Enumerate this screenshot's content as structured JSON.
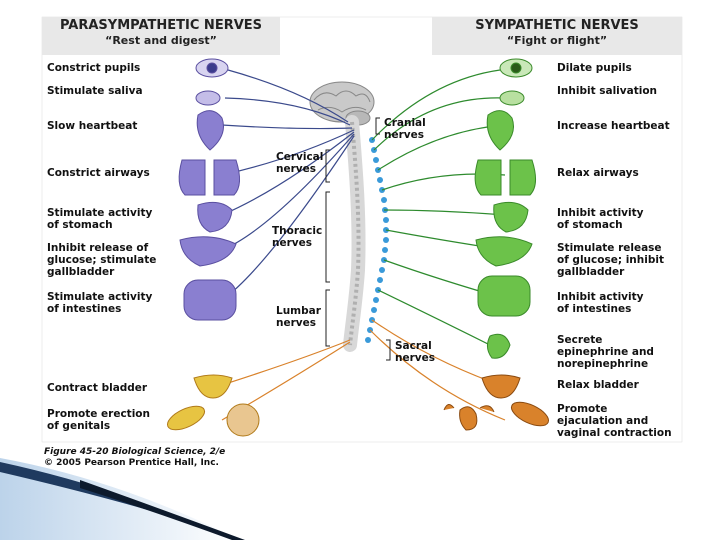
{
  "title_left": {
    "main": "PARASYMPATHETIC NERVES",
    "sub": "“Rest and digest”"
  },
  "title_right": {
    "main": "SYMPATHETIC NERVES",
    "sub": "“Fight or flight”"
  },
  "left_labels": [
    "Constrict pupils",
    "Stimulate saliva",
    "Slow heartbeat",
    "Constrict airways",
    "Stimulate activity\nof stomach",
    "Inhibit release of\nglucose; stimulate\ngallbladder",
    "Stimulate activity\nof intestines",
    "Contract bladder",
    "Promote erection\nof genitals"
  ],
  "right_labels": [
    "Dilate pupils",
    "Inhibit salivation",
    "Increase heartbeat",
    "Relax airways",
    "Inhibit activity\nof stomach",
    "Stimulate release\nof glucose; inhibit\ngallbladder",
    "Inhibit activity\nof intestines",
    "Secrete\nepinephrine and\nnorepinephrine",
    "Relax bladder",
    "Promote\nejaculation and\nvaginal contraction"
  ],
  "nerve_labels": {
    "cranial": "Cranial\nnerves",
    "cervical": "Cervical\nnerves",
    "thoracic": "Thoracic\nnerves",
    "lumbar": "Lumbar\nnerves",
    "sacral": "Sacral\nnerves"
  },
  "credit": {
    "figure": "Figure 45-20  Biological Science, 2/e",
    "copyright": "© 2005 Pearson Prentice Hall, Inc."
  },
  "colors": {
    "parasympathetic_nerve": "#3b4a8c",
    "sympathetic_nerve": "#2e8b2e",
    "left_organs": "#8a7fd0",
    "right_organs": "#6cc24a",
    "sacral_nerve": "#d9822b",
    "spinal_ganglia": "#3a9ad9",
    "slide_accent": "#1f3a5f"
  }
}
